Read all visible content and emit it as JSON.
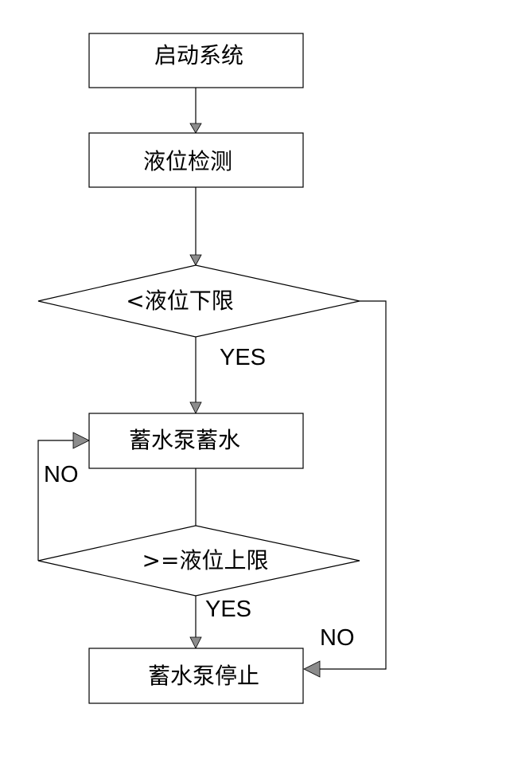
{
  "nodes": {
    "start": "启动系统",
    "detect": "液位检测",
    "lower_check": "<液位下限",
    "pump_fill": "蓄水泵蓄水",
    "upper_check": ">=液位上限",
    "pump_stop": "蓄水泵停止"
  },
  "edges": {
    "lower_yes": "YES",
    "lower_no": "NO",
    "upper_yes": "YES",
    "upper_no": "NO"
  }
}
